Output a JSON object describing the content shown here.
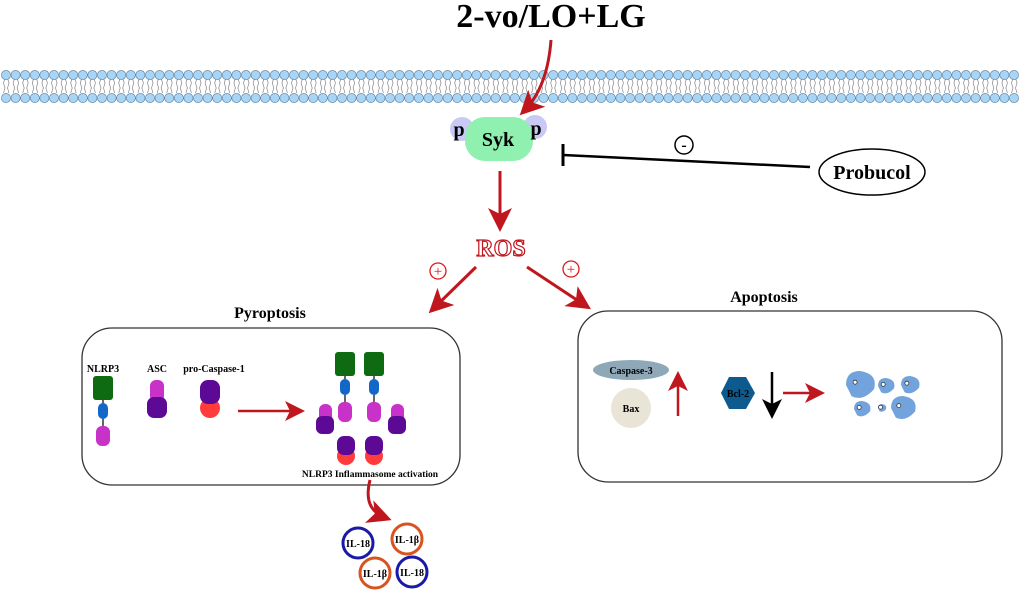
{
  "title": "2-vo/LO+LG",
  "syk": {
    "label": "Syk",
    "phospho_left": "p",
    "phospho_right": "p"
  },
  "inhibitor": {
    "label": "Probucol",
    "sign": "-"
  },
  "ros": {
    "label": "ROS",
    "sign_left": "+",
    "sign_right": "+"
  },
  "pyroptosis": {
    "title": "Pyroptosis",
    "components": [
      {
        "label": "NLRP3"
      },
      {
        "label": "ASC"
      },
      {
        "label": "pro-Caspase-1"
      }
    ],
    "activation_label": "NLRP3 Inflammasome activation",
    "cytokines": [
      {
        "label": "IL-18",
        "color": "#1a1aa6"
      },
      {
        "label": "IL-1β",
        "color": "#d9531e"
      },
      {
        "label": "IL-1β",
        "color": "#d9531e"
      },
      {
        "label": "IL-18",
        "color": "#1a1aa6"
      }
    ]
  },
  "apoptosis": {
    "title": "Apoptosis",
    "caspase3": "Caspase-3",
    "bax": "Bax",
    "bcl2": "Bcl-2",
    "up_direction": "up",
    "down_direction": "down"
  },
  "colors": {
    "arrow_red": "#c0161e",
    "membrane_head": "#a8d4f5",
    "syk_fill": "#8ff0b0",
    "phospho_fill": "#c9c9f5",
    "nlrp3_green": "#0f6b12",
    "blue_domain": "#1367c9",
    "magenta": "#c832c8",
    "purple": "#5c0a96",
    "red_domain": "#ff3b3b",
    "caspase3_fill": "#8ea8b8",
    "bax_fill": "#e8e4d6",
    "bcl2_fill": "#0d5a8e"
  }
}
